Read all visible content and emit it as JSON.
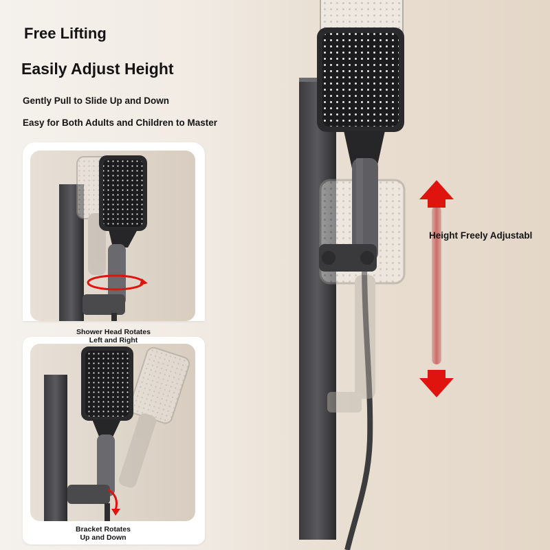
{
  "heading": {
    "line1": "Free Lifting",
    "line2": "Easily Adjust Height",
    "line3": "Gently Pull to Slide Up and Down",
    "line4": "Easy for Both Adults and Children to Master"
  },
  "insets": {
    "top_caption_1": "Shower Head Rotates",
    "top_caption_2": "Left and Right",
    "bottom_caption_1": "Bracket Rotates",
    "bottom_caption_2": "Up and Down"
  },
  "main": {
    "height_label": "Height Freely Adjustabl"
  },
  "colors": {
    "arrow_red": "#e0140e",
    "metal_dark": "#2a2a2c",
    "metal_gray": "#5f5f62"
  }
}
